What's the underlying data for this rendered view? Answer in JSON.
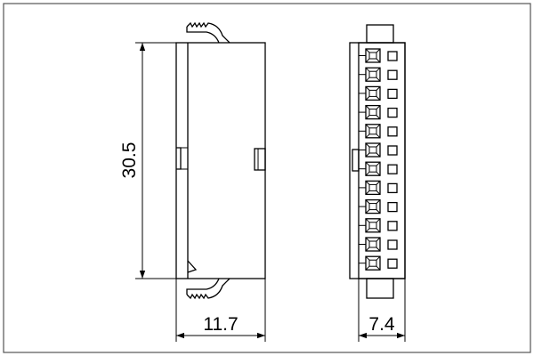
{
  "dimensions": {
    "height": "30.5",
    "side_width": "11.7",
    "front_width": "7.4"
  },
  "pin_count": 12
}
